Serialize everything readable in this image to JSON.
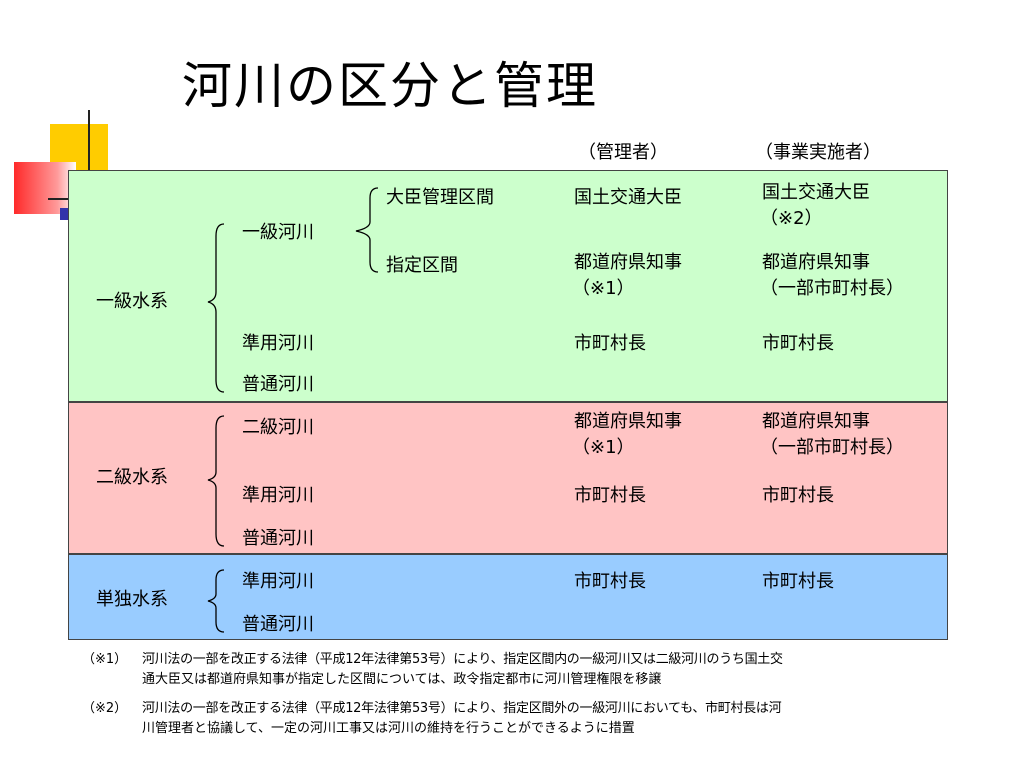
{
  "title": "河川の区分と管理",
  "headers": {
    "manager": "（管理者）",
    "implementer": "（事業実施者）"
  },
  "colors": {
    "band1": "#ccffcc",
    "band2": "#ffc4c4",
    "band3": "#99ccff",
    "deco_yellow": "#ffcc00",
    "deco_red": "#ff3333",
    "deco_blue": "#3333aa"
  },
  "band1": {
    "system": "一級水系",
    "rivers": {
      "class1": "一級河川",
      "quasi": "準用河川",
      "ordinary": "普通河川"
    },
    "sections": {
      "minister": "大臣管理区間",
      "designated": "指定区間"
    },
    "managers": {
      "minister": "国土交通大臣",
      "designated_1": "都道府県知事",
      "designated_2": "（※1）",
      "quasi": "市町村長"
    },
    "implementers": {
      "minister_1": "国土交通大臣",
      "minister_2": "（※2）",
      "designated_1": "都道府県知事",
      "designated_2": "（一部市町村長）",
      "quasi": "市町村長"
    }
  },
  "band2": {
    "system": "二級水系",
    "rivers": {
      "class2": "二級河川",
      "quasi": "準用河川",
      "ordinary": "普通河川"
    },
    "managers": {
      "class2_1": "都道府県知事",
      "class2_2": "（※1）",
      "quasi": "市町村長"
    },
    "implementers": {
      "class2_1": "都道府県知事",
      "class2_2": "（一部市町村長）",
      "quasi": "市町村長"
    }
  },
  "band3": {
    "system": "単独水系",
    "rivers": {
      "quasi": "準用河川",
      "ordinary": "普通河川"
    },
    "managers": {
      "quasi": "市町村長"
    },
    "implementers": {
      "quasi": "市町村長"
    }
  },
  "notes": [
    {
      "mark": "（※1）",
      "line1": "河川法の一部を改正する法律（平成12年法律第53号）により、指定区間内の一級河川又は二級河川のうち国土交",
      "line2": "通大臣又は都道府県知事が指定した区間については、政令指定都市に河川管理権限を移譲"
    },
    {
      "mark": "（※2）",
      "line1": "河川法の一部を改正する法律（平成12年法律第53号）により、指定区間外の一級河川においても、市町村長は河",
      "line2": "川管理者と協議して、一定の河川工事又は河川の維持を行うことができるように措置"
    }
  ]
}
